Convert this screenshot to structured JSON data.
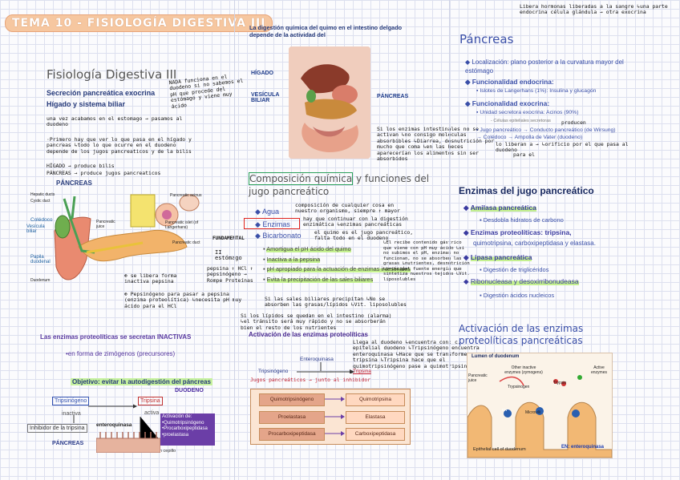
{
  "header": {
    "title": "TEMA 10 - FISIOLOGÍA DIGESTIVA III"
  },
  "col1": {
    "heading": "Fisiología Digestiva III",
    "sub1": "Secreción pancreática exocrina",
    "sub2": "Hígado y sistema biliar",
    "hand_note1": "NADA funciona en el duodeno si no sabemos el pH que procede del estómago y viene muy ácido",
    "hand_note2": "una vez acabamos en el estomago → pasamos al duodeno",
    "hand_note3": "·Primero hay que ver lo que pasa en el hígado y pancreas ↳todo lo que ocurre en el duodeno depende de los jugos pancreaticos y de la bilis",
    "hand_note4": "HÍGADO → produce bilis",
    "hand_note5": "PÁNCREAS → produce jugos pancreaticos",
    "diagram_title": "PÁNCREAS",
    "labels": [
      "Hepatic ducts",
      "Cystic duct",
      "Colédoco",
      "Vesícula biliar",
      "Papila duodenal",
      "Duodenum",
      "Pancreatic juice",
      "Pancreatic acinus",
      "Pancreatic islet (of Langerhans)",
      "Pancreatic duct"
    ],
    "hand_note6": "⊕ se libera forma inactiva pepsina",
    "hand_note7": "⊕ Pepsinógeno para pasar a pepsina (enzima proteolítica) ↳necesita pH muy ácido para el HCl",
    "estomago_note": "II estómago",
    "pepsina_hand": "pepsina ↑ HCl ↑ pepsinógeno → Rompe Proteínas",
    "bottom_title": "Las enzimas proteolíticas se secretan INACTIVAS",
    "bottom_sub": "•en forma de zimógenos (precursores)",
    "objective": "Objetivo: evitar la autodigestión del páncreas",
    "duodeno": "DUODENO",
    "tripsinogeno": "Tripsinógeno",
    "inactiva": "inactiva",
    "inhibidor": "Inhibidor de la tripsina",
    "pancreas_bottom": "PÁNCREAS",
    "tripsina": "Tripsina",
    "activa": "activa",
    "enteroquinasa": "enteroquinasa",
    "activacion_de": [
      "Activación de:",
      "•Quimotripsinógeno",
      "•Procarboxipeptidasa",
      "•proelastasa"
    ],
    "celulas": "Células con borde en cepillo"
  },
  "col2": {
    "top_title": "La digestión química del quimo en el intestino delgado depende de la actividad del",
    "labels": [
      "HÍGADO",
      "VESÍCULA BILIAR",
      "PÁNCREAS"
    ],
    "hand_enzimas": "Si los enzimas intestinales no se activan ↳no consigo moléculas absorbibles ↳Diarrea, desnutrición por mucho que coma ↳en las heces aparecerían los alimentos sin ser absorbidos",
    "comp_title1": "Composición química",
    "comp_title2": "y funciones del jugo pancreático",
    "agua": "Agua",
    "enzimas": "Enzimas",
    "bicarbonato": "Bicarbonato",
    "fundamental": "FUNDAMENTAL",
    "agua_note": "composición de cualquier cosa en nuestro organismo, siempre ↑ mayor",
    "enzimas_note": "hay que continuar con la digestión enzimática ↳enzimas pancreáticas",
    "bicarb_note": "el quimo es el jugo pancreático, falta todo en el duodeno",
    "bullets": [
      "Amortigua el pH ácido del quimo",
      "Inactiva a la pepsina",
      "pH apropiado para la actuación de enzimas intestinales",
      "Evita la precipitación de las sales biliares"
    ],
    "bullet_hand": "↳El recibe contenido gástrico que viene con pH muy ácido ↳si no subimos el pH, enzimas no funcionan, no se absorben las grasas ↳nutrientes, desnutrición ↳principal fuente energía que sintetiza nuestros tejidos ↳Vit. liposolubles",
    "sales_hand": "Si las sales biliares precipitan ↳No se absorben las grasas/lípidos ↳Vit. liposolubles",
    "lipidos_hand": "Si los lípidos se quedan en el intestino (alarma) ↳el tránsito será muy rápido y no se absorberán bien el resto de los nutrientes",
    "act_title": "Activación de las enzimas proteolíticas",
    "act_hand": "Llega al duodeno ↳encuentra con: c. epitelial duodeno ↳Tripsinógeno encuentra enteroquinasa ↳Hace que se transforme en tripsina ↳Tripsina hace que el quimotripsinógeno pase a quimotripsina",
    "enteroquinasa": "Enteroquinasa",
    "tripsinogeno": "Tripsinógeno",
    "tripsina": "Tripsina",
    "jugos_hand": "Jugos pancreáticos → junto al inhibidor",
    "table": [
      [
        "Quimotripsinógeno",
        "Quimotripsina"
      ],
      [
        "Proelastasa",
        "Elastasa"
      ],
      [
        "Procarboxipeptidasa",
        "Carboxipeptidasa"
      ]
    ]
  },
  "col3": {
    "top_hand": "Libera hormonas liberadas a la sangre ↳una parte endocrina célula glándula → otra exocrina",
    "heading": "Páncreas",
    "loc": "Localización: plano posterior a la curvatura mayor del estómago",
    "endo": "Funcionalidad endocrina:",
    "endo_sub": "Islotes de Langerhans (1%): Insulina y glucagón",
    "exo": "Funcionalidad exocrina:",
    "exo_sub1": "Unidad secretora exocrina: Acinos (90%)",
    "exo_sub1b": "- Células epiteliales secretoras",
    "exo_sub2": "Jugo pancreático → Conducto pancreático (de Wirsung) → Colédoco → Ampolla de Vater (duodeno)",
    "producen": "producen",
    "hand_libera": "lo liberan a → ↳orificio por el que pasa al duodeno",
    "para_el": "para el",
    "enz_title": "Enzimas del jugo pancreático",
    "amilasa": "Amilasa pancreática",
    "amilasa_sub": "Desdobla hidratos de carbono",
    "prot": "Enzimas proteolíticas: tripsina,",
    "prot2": "quimotripsina, carboxipeptidasa y elastasa.",
    "lipasa": "Lipasa pancreática",
    "lipasa_sub": "Digestión de triglicéridos",
    "ribo": "Ribonucleasa y desoxirribonudeasa",
    "ribo_sub": "Digestión ácidos nucleicos",
    "act_title": "Activación de las enzimas proteolíticas pancreáticas",
    "lumen": "Lumen of duodenum",
    "diagram_labels": [
      "Other inactive enzymes (zymogens)",
      "Active enzymes",
      "Pancreatic juice",
      "Trypsin",
      "Trypsinogen",
      "EN",
      "Microvilli",
      "Epithelial cell of duodenum",
      "EN: enteroquinasa"
    ]
  }
}
